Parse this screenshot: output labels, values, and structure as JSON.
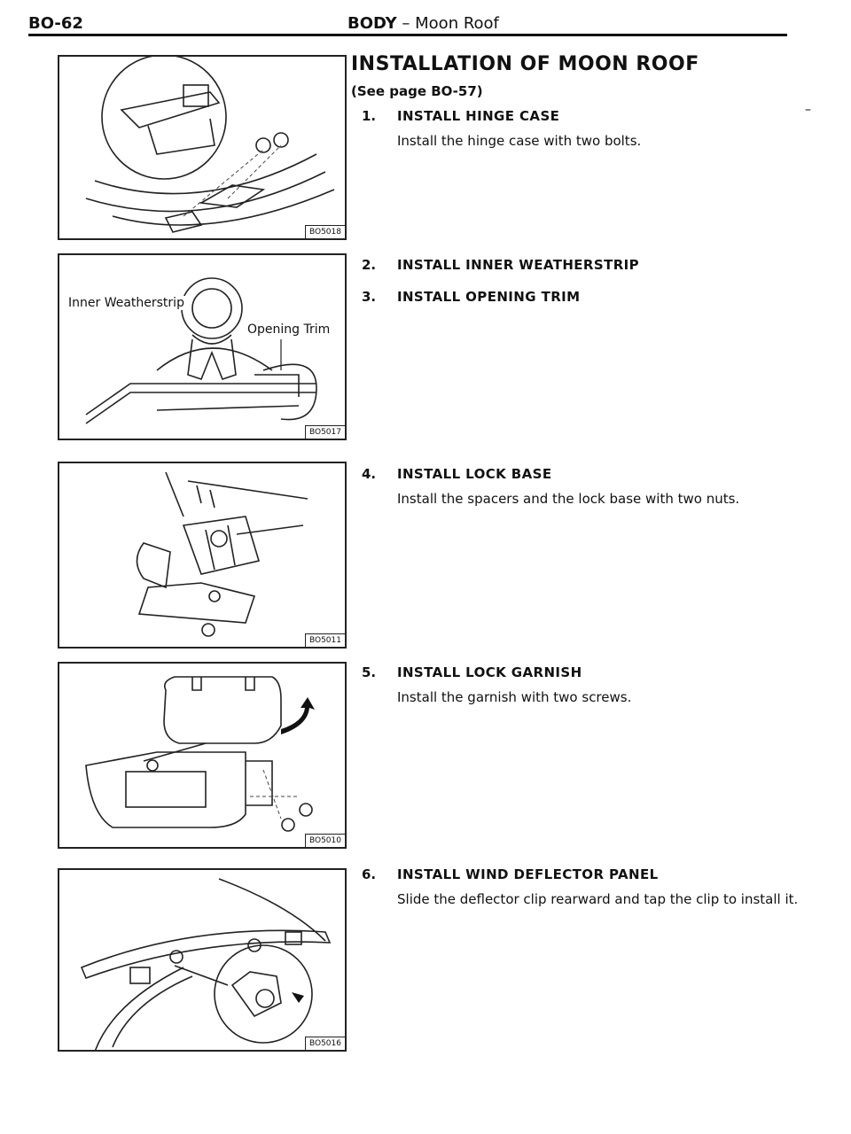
{
  "header": {
    "page_code": "BO-62",
    "section": "BODY",
    "separator": " – ",
    "topic": "Moon Roof"
  },
  "title": "INSTALLATION OF MOON ROOF",
  "see_page": "(See page BO-57)",
  "figures": [
    {
      "id": "BO5018"
    },
    {
      "id": "BO5017",
      "label_inner": "Inner Weatherstrip",
      "label_trim": "Opening Trim"
    },
    {
      "id": "BO5011"
    },
    {
      "id": "BO5010"
    },
    {
      "id": "BO5016"
    }
  ],
  "steps": [
    {
      "num": "1.",
      "head": "INSTALL HINGE CASE",
      "body": "Install the hinge case with two bolts."
    },
    {
      "num": "2.",
      "head": "INSTALL INNER WEATHERSTRIP",
      "body": ""
    },
    {
      "num": "3.",
      "head": "INSTALL OPENING TRIM",
      "body": ""
    },
    {
      "num": "4.",
      "head": "INSTALL LOCK BASE",
      "body": "Install the spacers and the lock base with two nuts."
    },
    {
      "num": "5.",
      "head": "INSTALL LOCK GARNISH",
      "body": "Install the garnish with two screws."
    },
    {
      "num": "6.",
      "head": "INSTALL WIND DEFLECTOR PANEL",
      "body": "Slide the deflector clip rearward and tap the clip to install it."
    }
  ],
  "margin_mark": "–"
}
